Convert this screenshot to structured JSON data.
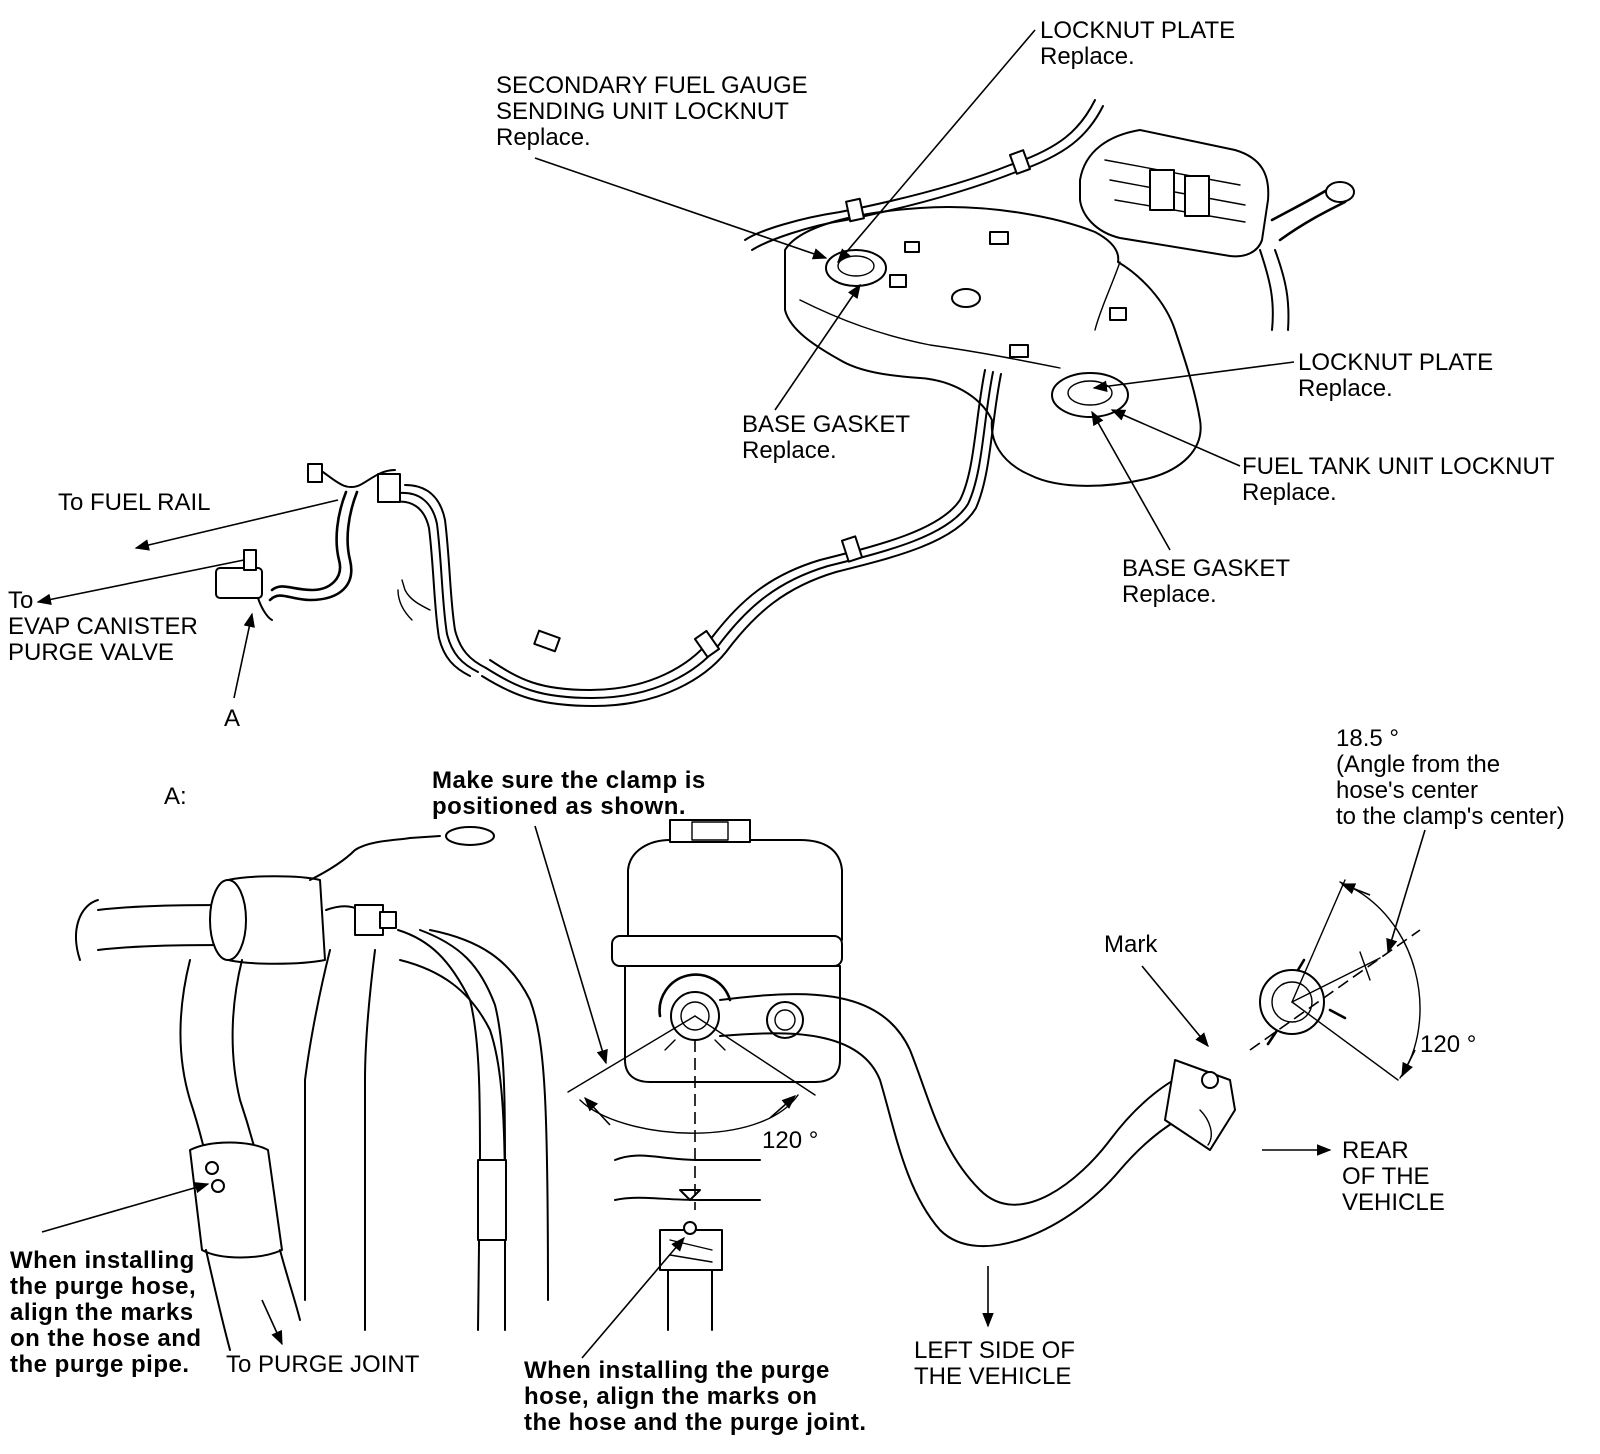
{
  "callouts": {
    "locknut_plate_top": {
      "title": "LOCKNUT PLATE",
      "note": "Replace."
    },
    "secondary_locknut": {
      "line1": "SECONDARY FUEL GAUGE",
      "line2": "SENDING UNIT LOCKNUT",
      "note": "Replace."
    },
    "base_gasket_left": {
      "title": "BASE GASKET",
      "note": "Replace."
    },
    "locknut_plate_right": {
      "title": "LOCKNUT PLATE",
      "note": "Replace."
    },
    "fuel_tank_locknut": {
      "title": "FUEL TANK UNIT LOCKNUT",
      "note": "Replace."
    },
    "base_gasket_right": {
      "title": "BASE GASKET",
      "note": "Replace."
    },
    "to_fuel_rail": "To FUEL RAIL",
    "to_evap": {
      "line1": "To",
      "line2": "EVAP CANISTER",
      "line3": "PURGE VALVE"
    },
    "label_a": "A"
  },
  "detail": {
    "heading": "A:",
    "clamp_note": {
      "line1": "Make sure the clamp is",
      "line2": "positioned as shown."
    },
    "angle_left": "120 °",
    "angle_right": "120 °",
    "angle_small": {
      "line1": "18.5 °",
      "line2": "(Angle from the",
      "line3": "hose's center",
      "line4": "to the clamp's center)"
    },
    "mark": "Mark",
    "rear": {
      "line1": "REAR",
      "line2": "OF THE",
      "line3": "VEHICLE"
    },
    "left_side": {
      "line1": "LEFT SIDE OF",
      "line2": "THE VEHICLE"
    },
    "install_pipe": {
      "line1": "When installing",
      "line2": "the purge hose,",
      "line3": "align the marks",
      "line4": "on the hose and",
      "line5": "the purge pipe."
    },
    "to_purge_joint": "To PURGE JOINT",
    "install_joint": {
      "line1": "When installing the purge",
      "line2": "hose, align the marks on",
      "line3": "the hose and the purge joint."
    }
  }
}
